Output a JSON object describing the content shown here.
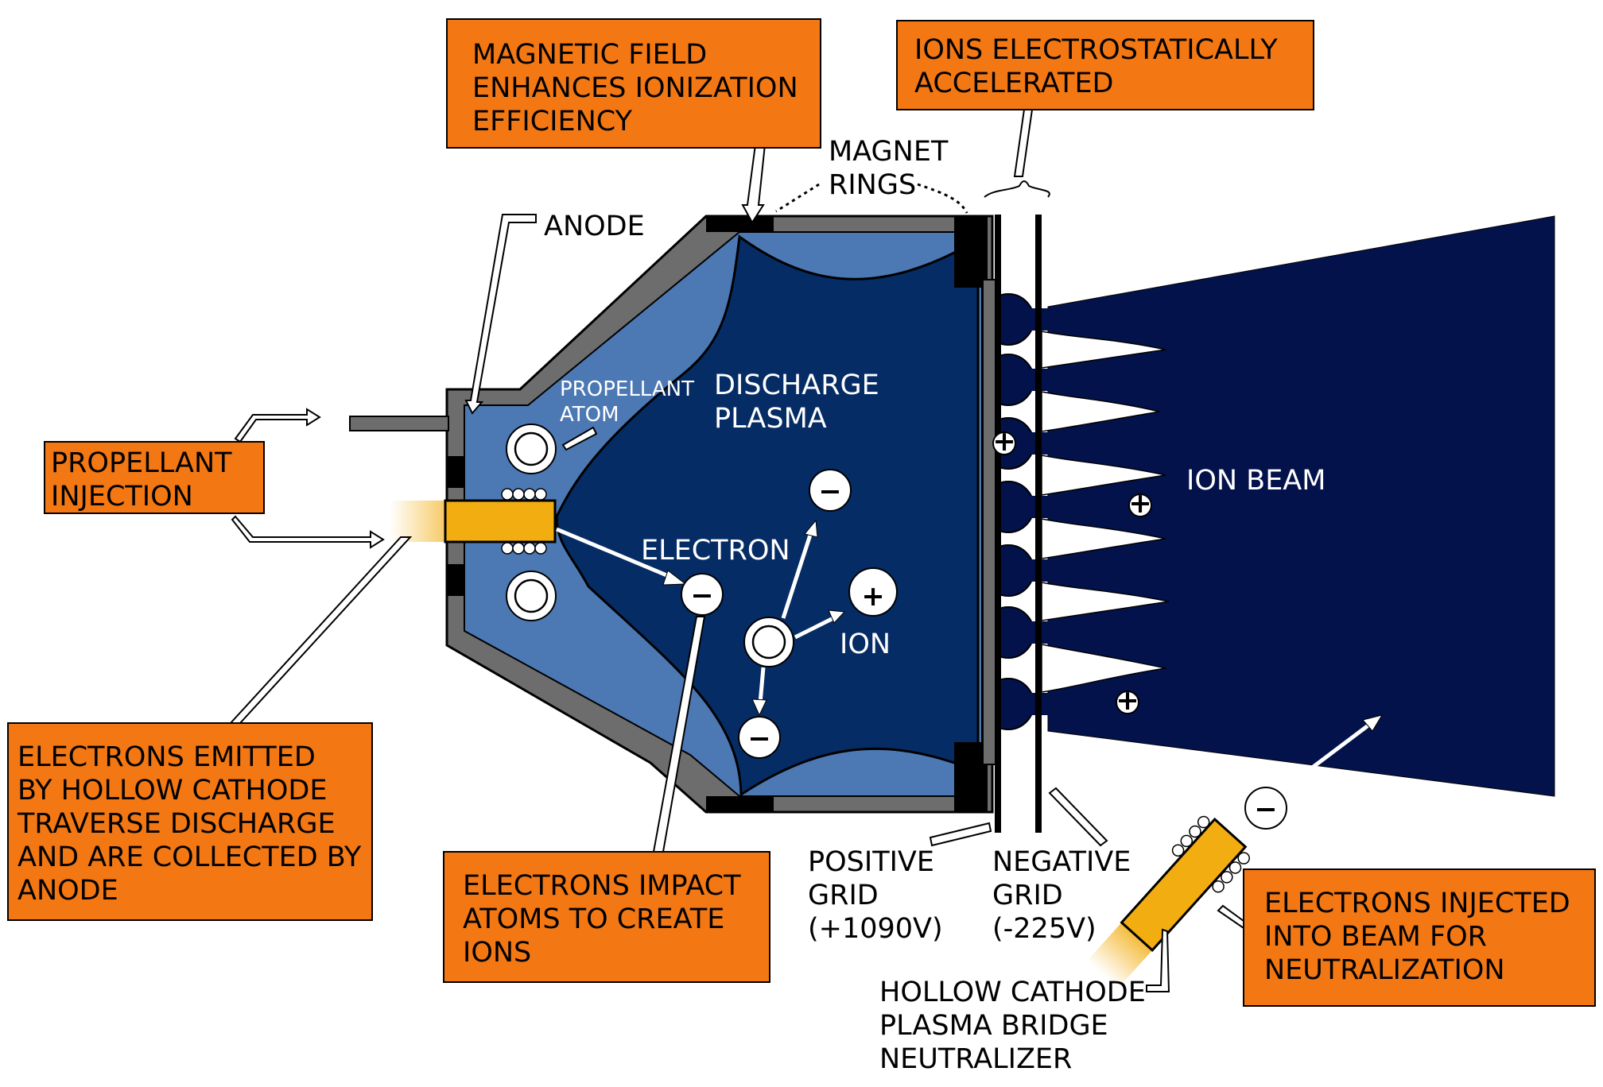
{
  "colors": {
    "callout_fill": "#F37814",
    "chamber_wall": "#6D6D6D",
    "outer_plasma": "#4C78B4",
    "discharge_plasma": "#052C64",
    "ion_beam": "#03124A",
    "cathode": "#F2AD11",
    "magnet": "#000000"
  },
  "callouts": {
    "magnetic_field": [
      "MAGNETIC FIELD",
      "ENHANCES IONIZATION",
      "EFFICIENCY"
    ],
    "ions_accelerated": [
      "IONS ELECTROSTATICALLY",
      "ACCELERATED"
    ],
    "propellant_injection": [
      "PROPELLANT",
      "INJECTION"
    ],
    "electrons_emitted": [
      "ELECTRONS EMITTED",
      "BY HOLLOW CATHODE",
      "TRAVERSE DISCHARGE",
      "AND ARE COLLECTED BY",
      "ANODE"
    ],
    "electrons_impact": [
      "ELECTRONS IMPACT",
      "ATOMS TO CREATE",
      "IONS"
    ],
    "electrons_injected": [
      "ELECTRONS INJECTED",
      "INTO BEAM FOR",
      "NEUTRALIZATION"
    ]
  },
  "labels": {
    "magnet_rings": [
      "MAGNET",
      "RINGS"
    ],
    "anode": "ANODE",
    "propellant_atom": [
      "PROPELLANT",
      "ATOM"
    ],
    "discharge_plasma": [
      "DISCHARGE",
      "PLASMA"
    ],
    "electron": "ELECTRON",
    "ion": "ION",
    "ion_beam": "ION BEAM",
    "positive_grid": [
      "POSITIVE",
      "GRID",
      "(+1090V)"
    ],
    "negative_grid": [
      "NEGATIVE",
      "GRID",
      "(-225V)"
    ],
    "neutralizer": [
      "HOLLOW CATHODE",
      "PLASMA BRIDGE",
      "NEUTRALIZER"
    ]
  },
  "symbols": {
    "minus": "−",
    "plus": "+"
  }
}
